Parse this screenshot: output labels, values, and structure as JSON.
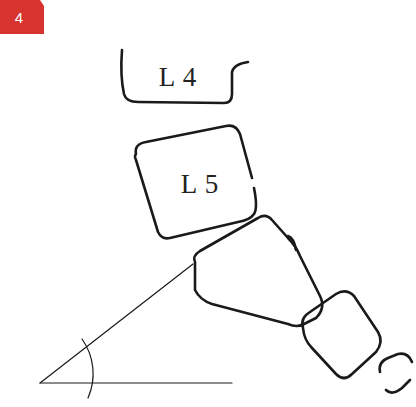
{
  "diagram": {
    "nodes": [
      {
        "text": [
          "4"
        ]
      },
      {
        "text": [
          "L 4"
        ]
      },
      {
        "text": [
          "L 5"
        ]
      }
    ]
  }
}
